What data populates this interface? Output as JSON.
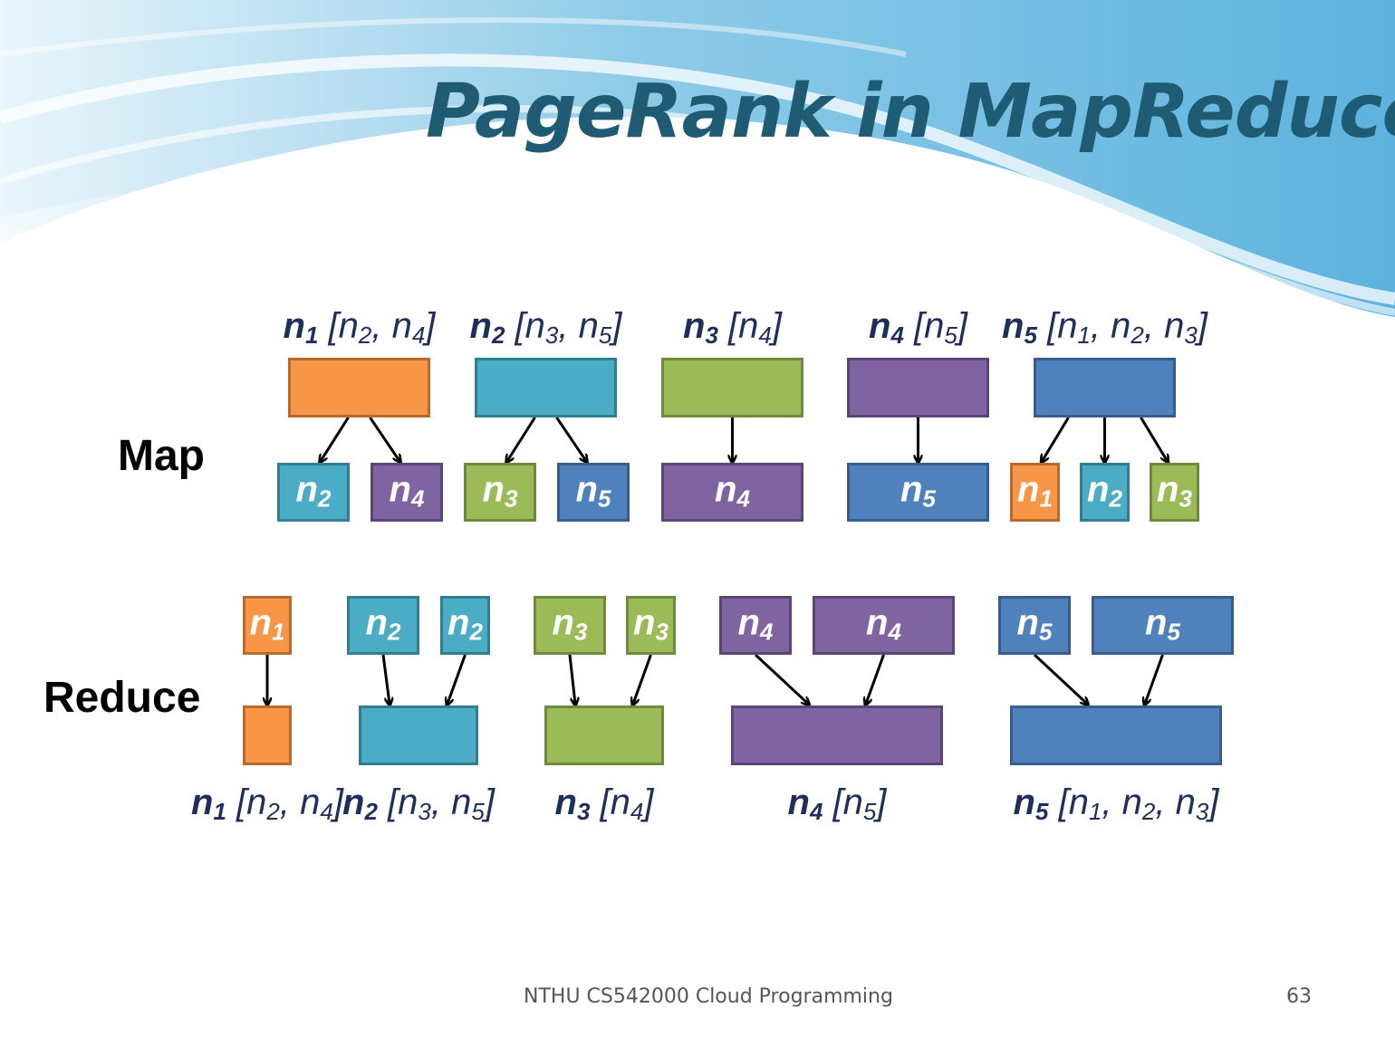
{
  "slide": {
    "title": "PageRank in MapReduce",
    "footer": "NTHU CS542000 Cloud Programming",
    "page_number": "63"
  },
  "rows": {
    "map_label": "Map",
    "reduce_label": "Reduce"
  },
  "nodes": [
    {
      "name": "n",
      "index": "1",
      "adj": [
        {
          "n": "n",
          "i": "2"
        },
        {
          "n": "n",
          "i": "4"
        }
      ],
      "color": "#f79646"
    },
    {
      "name": "n",
      "index": "2",
      "adj": [
        {
          "n": "n",
          "i": "3"
        },
        {
          "n": "n",
          "i": "5"
        }
      ],
      "color": "#4bacc6"
    },
    {
      "name": "n",
      "index": "3",
      "adj": [
        {
          "n": "n",
          "i": "4"
        }
      ],
      "color": "#9bbb59"
    },
    {
      "name": "n",
      "index": "4",
      "adj": [
        {
          "n": "n",
          "i": "5"
        }
      ],
      "color": "#8064a2"
    },
    {
      "name": "n",
      "index": "5",
      "adj": [
        {
          "n": "n",
          "i": "1"
        },
        {
          "n": "n",
          "i": "2"
        },
        {
          "n": "n",
          "i": "3"
        }
      ],
      "color": "#4f81bd"
    }
  ],
  "map_outputs": [
    {
      "src": "1",
      "targets": [
        "2",
        "4"
      ]
    },
    {
      "src": "2",
      "targets": [
        "3",
        "5"
      ]
    },
    {
      "src": "3",
      "targets": [
        "4"
      ]
    },
    {
      "src": "4",
      "targets": [
        "5"
      ]
    },
    {
      "src": "5",
      "targets": [
        "1",
        "2",
        "3"
      ]
    }
  ],
  "reduce_inputs": [
    {
      "dst": "1",
      "items": [
        "1"
      ]
    },
    {
      "dst": "2",
      "items": [
        "2",
        "2"
      ]
    },
    {
      "dst": "3",
      "items": [
        "3",
        "3"
      ]
    },
    {
      "dst": "4",
      "items": [
        "4",
        "4"
      ]
    },
    {
      "dst": "5",
      "items": [
        "5",
        "5"
      ]
    }
  ]
}
